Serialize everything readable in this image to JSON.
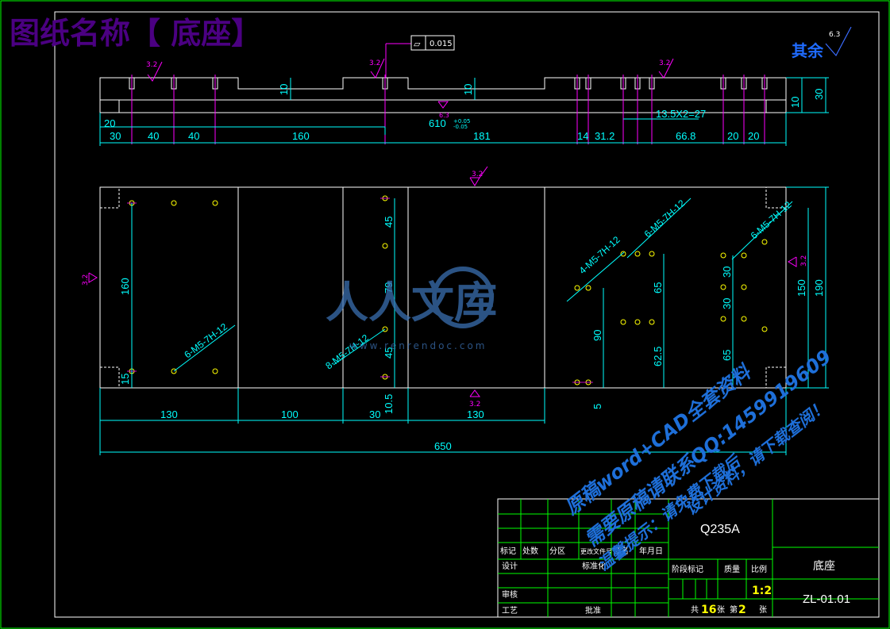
{
  "header": {
    "title": "图纸名称【 底座】",
    "rest_roughness_label": "其余",
    "rest_roughness_value": "6.3"
  },
  "flatness": {
    "symbol": "▱",
    "value": "0.015"
  },
  "roughness_marks": {
    "r32": "3.2",
    "r63": "6.3"
  },
  "front_view": {
    "dims": {
      "d20": "20",
      "d30": "30",
      "d40a": "40",
      "d40b": "40",
      "d160": "160",
      "d610": "610",
      "d610_tol_upper": "+0.05",
      "d610_tol_lower": "-0.05",
      "d181": "181",
      "d14": "14",
      "d31_2": "31.2",
      "d13_5": "13.5X2=27",
      "d66_8": "66.8",
      "d20b": "20",
      "d20c": "20",
      "h10a": "10",
      "h10b": "10",
      "h10c": "10",
      "h30": "30"
    }
  },
  "top_view": {
    "dims": {
      "v160": "160",
      "v15": "15",
      "h130a": "130",
      "h100": "100",
      "h30": "30",
      "h10_5": "10.5",
      "h130b": "130",
      "h650": "650",
      "v45a": "45",
      "v79": "79",
      "v45b": "45",
      "v90": "90",
      "v5": "5",
      "v65a": "65",
      "v62_5": "62.5",
      "v30a": "30",
      "v30b": "30",
      "v65b": "65",
      "v150": "150",
      "v190": "190"
    },
    "notes": {
      "n1": "6-M5-7H-12",
      "n2": "8-M5-7H-12",
      "n3": "4-M5-7H-12",
      "n4": "6-M5-7H-12",
      "n5": "6-M5-7H-12"
    }
  },
  "watermark": {
    "logo_text": "人人文库",
    "url": "www.renrendoc.com",
    "line1": "需要原稿请联系QQ:1459919609",
    "line2": "原稿word+CAD全套资料",
    "line3": "温馨提示：请免费下载后",
    "line4": "设计资料，请下载查阅！"
  },
  "title_block": {
    "material": "Q235A",
    "part_name": "底座",
    "drawing_number": "ZL-01.01",
    "scale": "1:2",
    "sheets_total_label": "共",
    "sheets_total": "16",
    "sheets_unit": "张",
    "sheet_no_label": "第",
    "sheet_no": "2",
    "sheet_unit2": "张",
    "rev_headers": [
      "标记",
      "处数",
      "分区",
      "更改文件号",
      "签名",
      "年月日"
    ],
    "row_design": "设计",
    "row_standard": "标准化",
    "row_check": "审核",
    "row_process": "工艺",
    "row_approve": "批准",
    "stage_label": "阶段标记",
    "weight_label": "质量",
    "scale_label": "比例"
  },
  "colors": {
    "dim": "#00ffff",
    "outline": "#ffffff",
    "center": "#ff00ff",
    "frame": "#00ff00",
    "title": "#4b0082",
    "thread": "#ffff00",
    "watermark": "#1e6fd9"
  }
}
